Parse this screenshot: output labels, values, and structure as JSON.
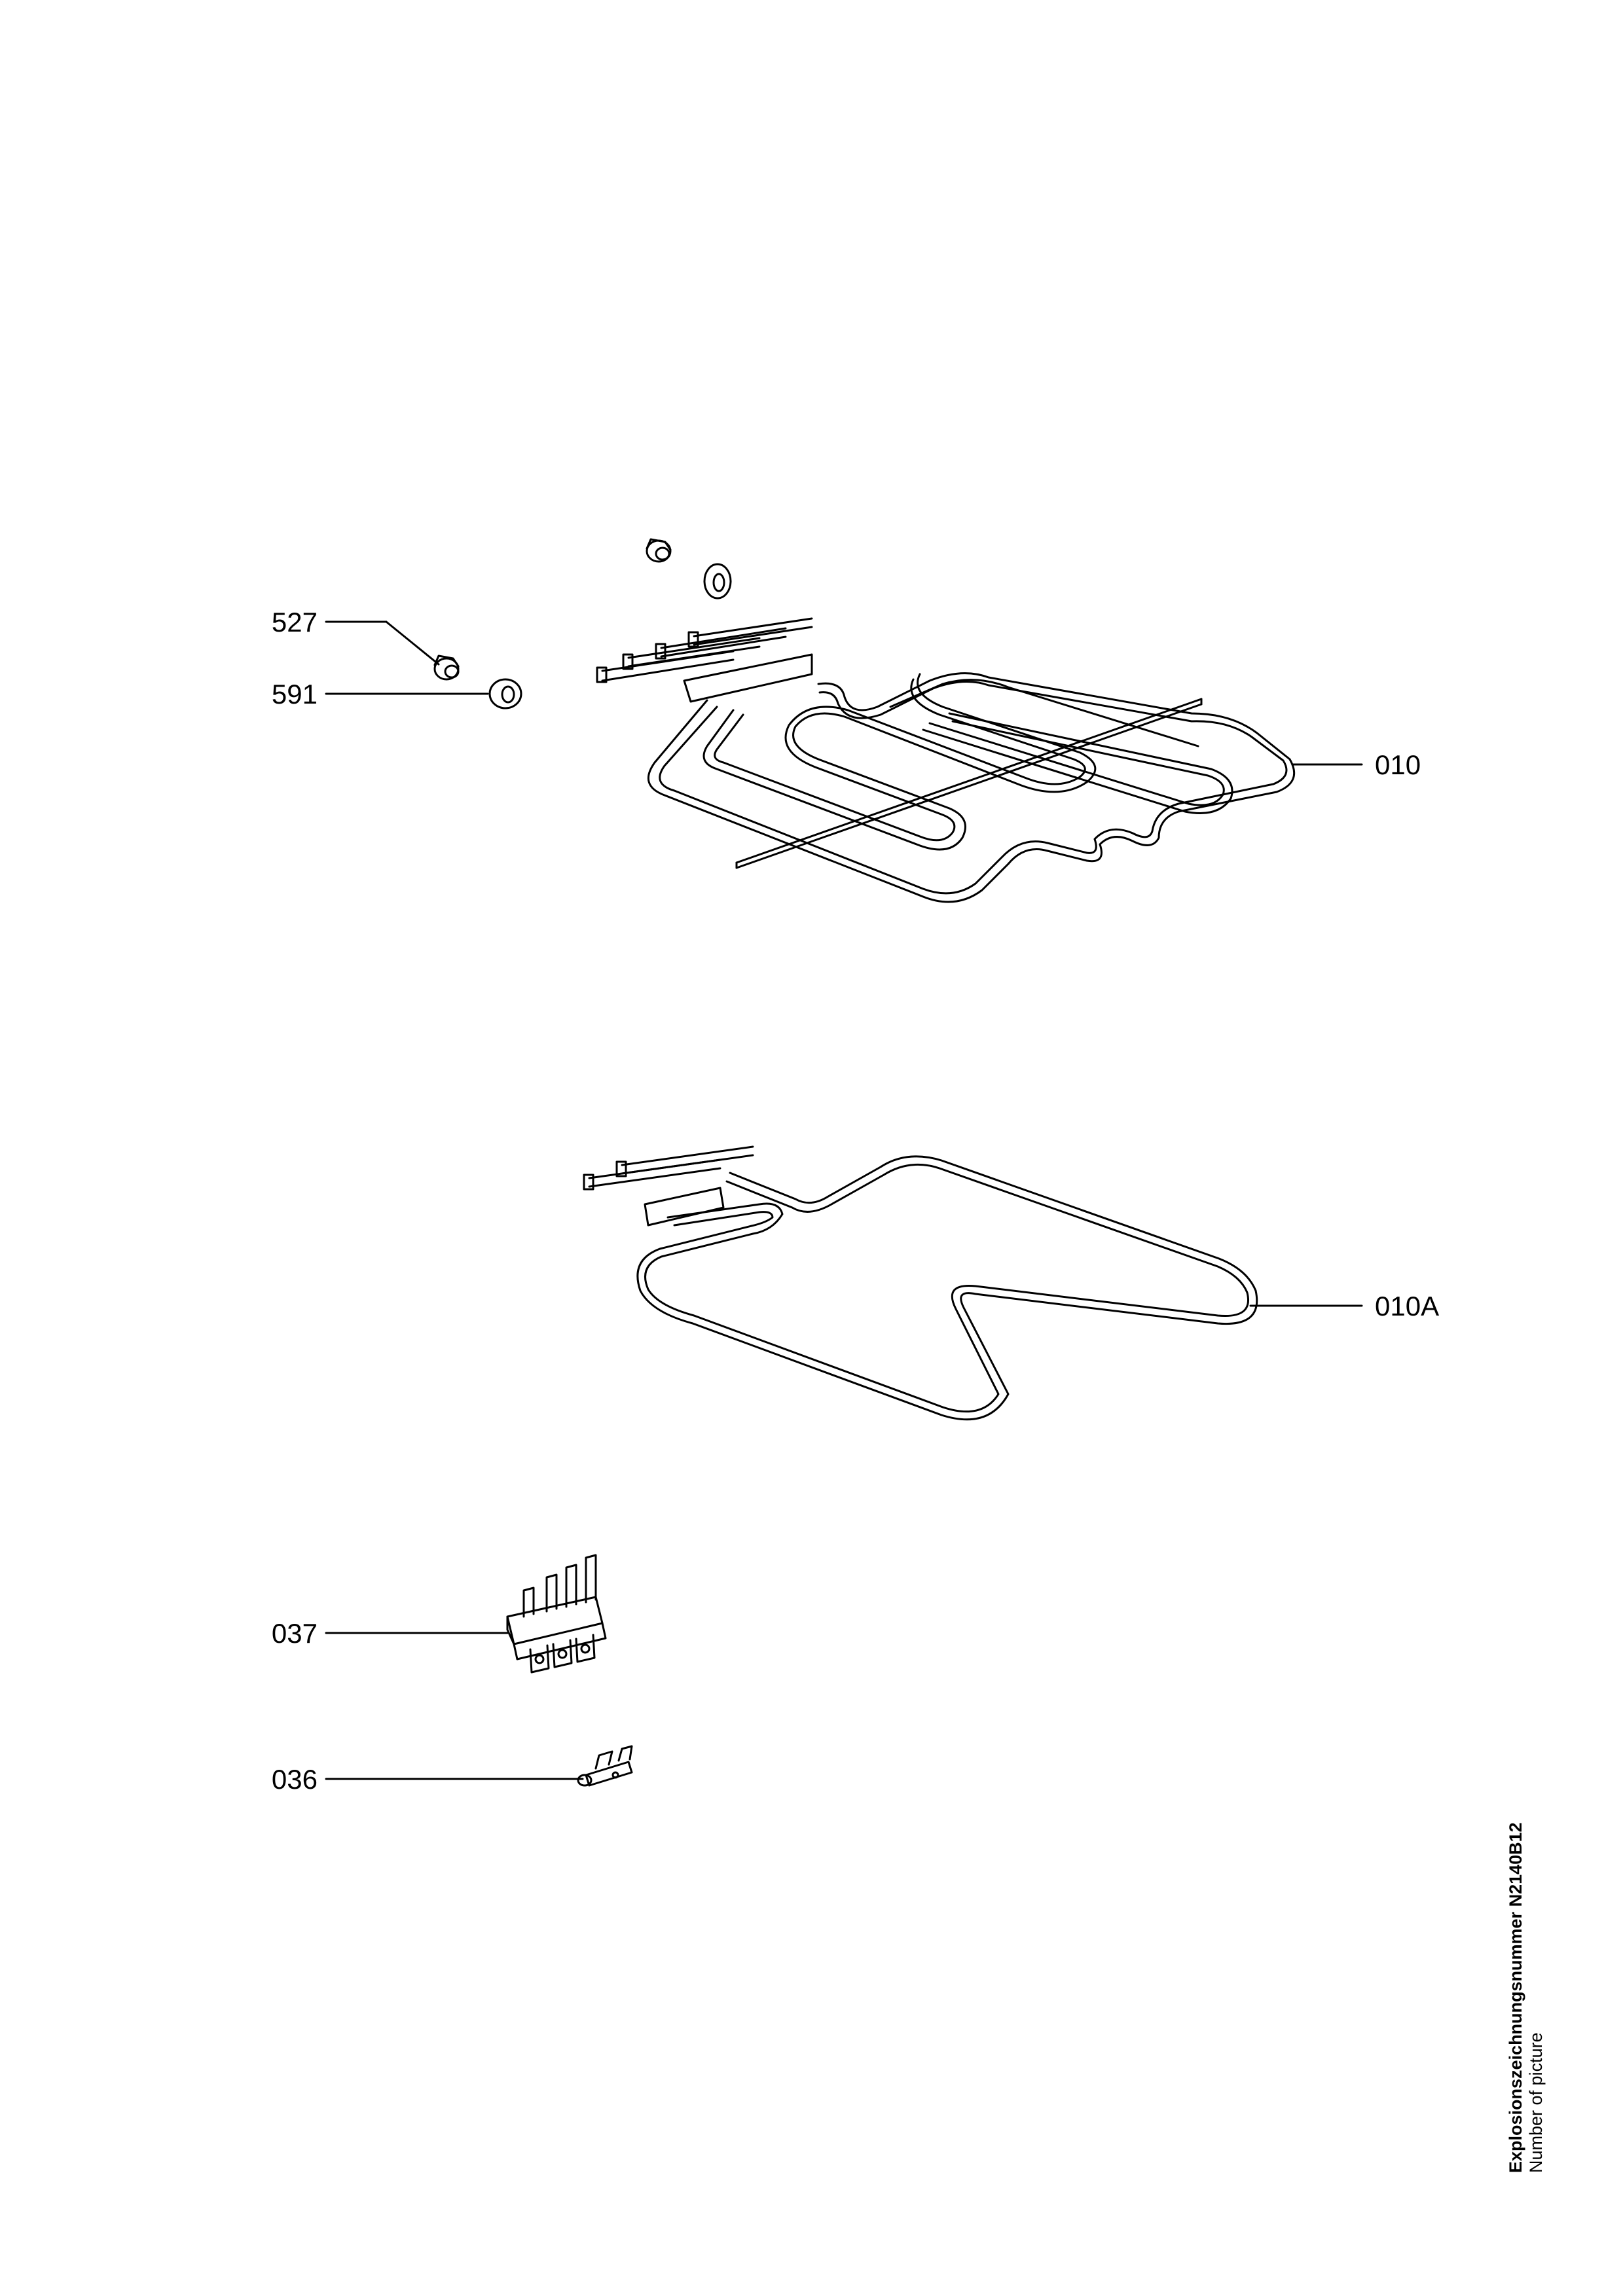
{
  "callouts": {
    "c527": "527",
    "c591": "591",
    "c010": "010",
    "c010a": "010A",
    "c037": "037",
    "c036": "036"
  },
  "footer": {
    "line1": "Explosionszeichnungsnummer N2140B12",
    "line2": "Number of picture"
  }
}
